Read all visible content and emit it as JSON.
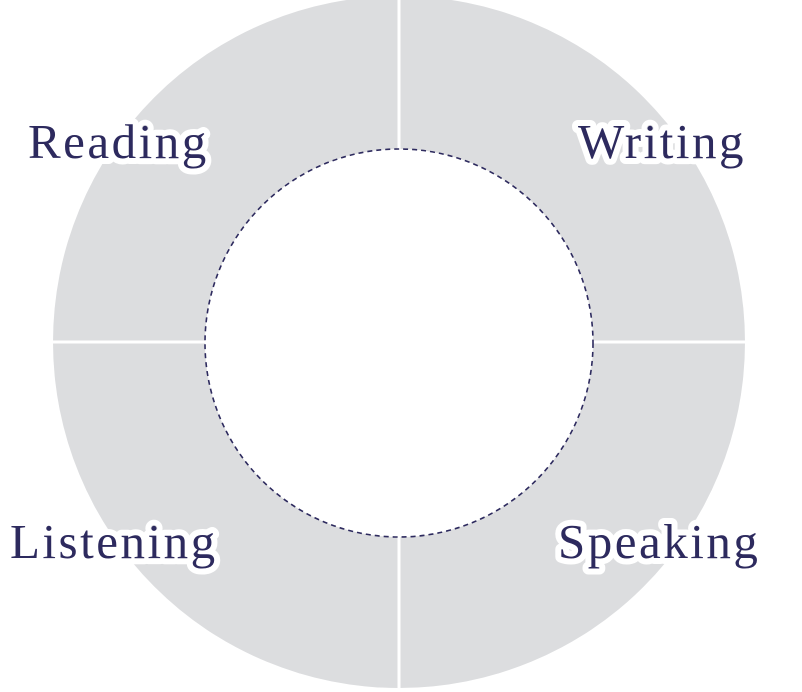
{
  "diagram": {
    "title": "Language skills",
    "segments": [
      {
        "label": "Reading",
        "position": "top-left"
      },
      {
        "label": "Writing",
        "position": "top-right"
      },
      {
        "label": "Listening",
        "position": "bottom-left"
      },
      {
        "label": "Speaking",
        "position": "bottom-right"
      }
    ],
    "colors": {
      "ring": "#dcdddf",
      "text": "#2d2a5e",
      "divider": "#ffffff",
      "dashed_circle": "#2d2a5e"
    }
  }
}
